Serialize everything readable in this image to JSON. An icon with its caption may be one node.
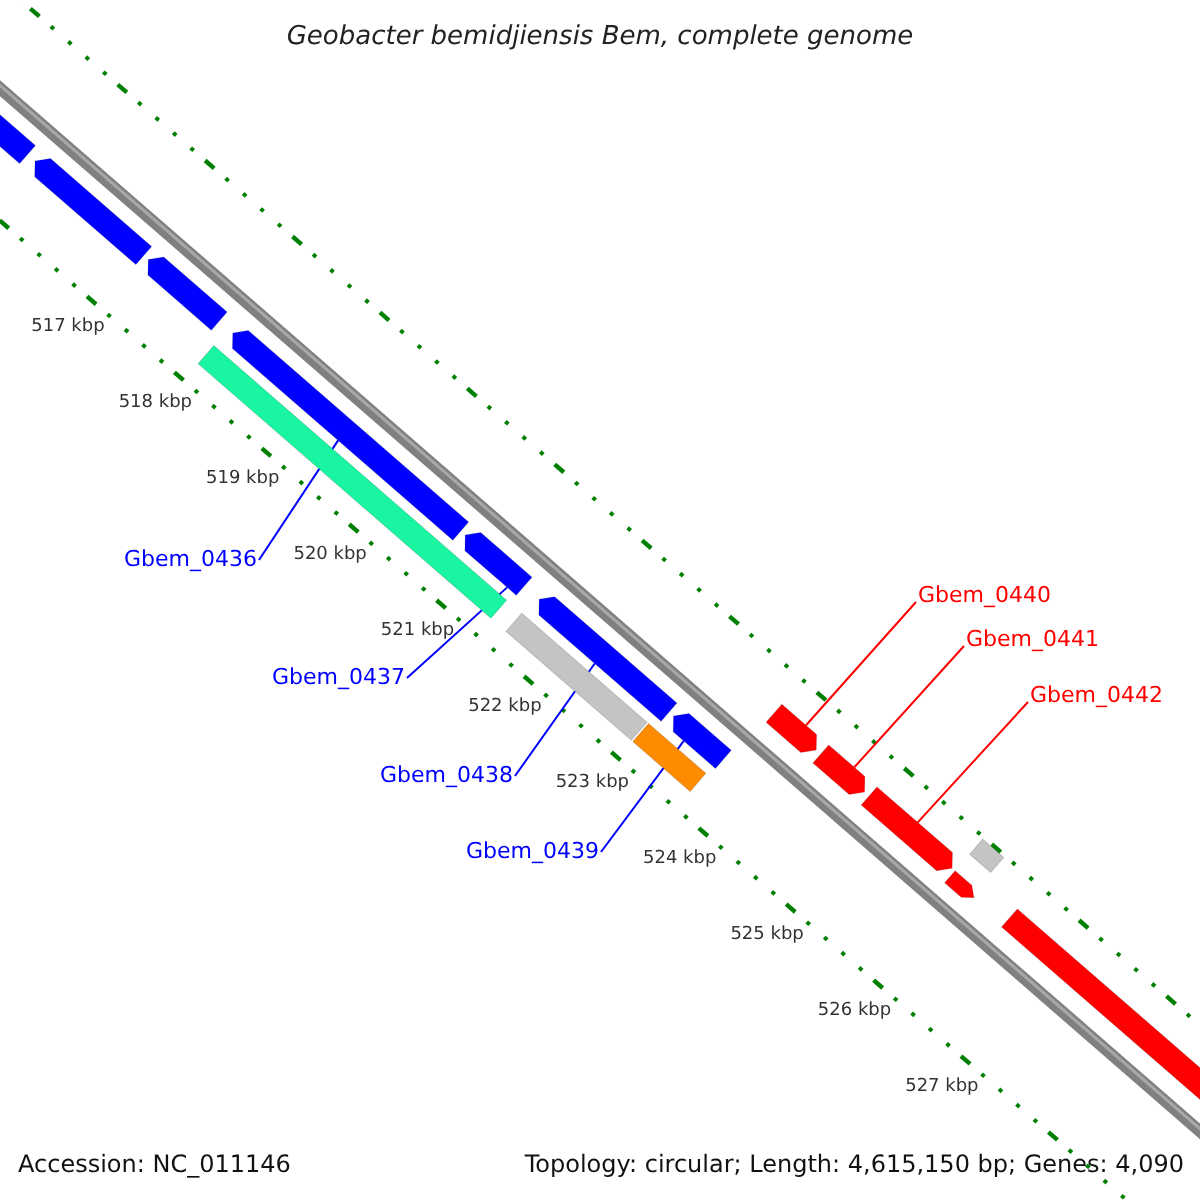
{
  "diagram": {
    "title": "Geobacter bemidjiensis Bem, complete genome",
    "nodes": [
      {
        "text": [
          "Gbem_0436"
        ]
      },
      {
        "text": [
          "Gbem_0437"
        ]
      },
      {
        "text": [
          "Gbem_0438"
        ]
      },
      {
        "text": [
          "Gbem_0439"
        ]
      },
      {
        "text": [
          "Gbem_0440"
        ]
      },
      {
        "text": [
          "Gbem_0441"
        ]
      },
      {
        "text": [
          "Gbem_0442"
        ]
      },
      {
        "text": [],
        "shape": "arrow"
      },
      {
        "text": [],
        "shape": "arrow"
      },
      {
        "text": [],
        "shape": "arrow"
      },
      {
        "text": [],
        "shape": "bar"
      },
      {
        "text": [],
        "shape": "arrow"
      },
      {
        "text": [],
        "shape": "arrow"
      },
      {
        "text": [],
        "shape": "bar"
      },
      {
        "text": [],
        "shape": "arrow"
      },
      {
        "text": [],
        "shape": "bar"
      },
      {
        "text": [],
        "shape": "arrow"
      },
      {
        "text": [],
        "shape": "arrow"
      },
      {
        "text": [],
        "shape": "arrow"
      },
      {
        "text": [],
        "shape": "arrow"
      },
      {
        "text": [],
        "shape": "arrow"
      },
      {
        "text": [],
        "shape": "bar"
      },
      {
        "text": [],
        "shape": "arrow"
      }
    ],
    "edges": [
      {
        "from": 0,
        "to": 11,
        "arrow": "none"
      },
      {
        "from": 1,
        "to": 12,
        "arrow": "none"
      },
      {
        "from": 2,
        "to": 14,
        "arrow": "none"
      },
      {
        "from": 3,
        "to": 16,
        "arrow": "none"
      },
      {
        "from": 4,
        "to": 17,
        "arrow": "none",
        "color": "#ff0000"
      },
      {
        "from": 5,
        "to": 18,
        "arrow": "none",
        "color": "#ff0000"
      },
      {
        "from": 6,
        "to": 19,
        "arrow": "none",
        "color": "#ff0000"
      }
    ],
    "labels": [
      "517 kbp",
      "518 kbp",
      "519 kbp",
      "520 kbp",
      "521 kbp",
      "522 kbp",
      "523 kbp",
      "524 kbp",
      "525 kbp",
      "526 kbp",
      "527 kbp",
      "Accession: NC_011146",
      "Topology: circular; Length: 4,615,150 bp; Genes: 4,090"
    ]
  }
}
